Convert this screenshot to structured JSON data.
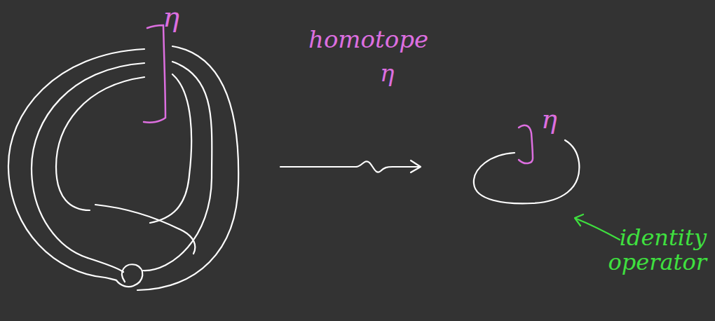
{
  "diagram": {
    "labels": [
      "η",
      "homotope",
      "η",
      "η",
      "identity operator"
    ]
  }
}
